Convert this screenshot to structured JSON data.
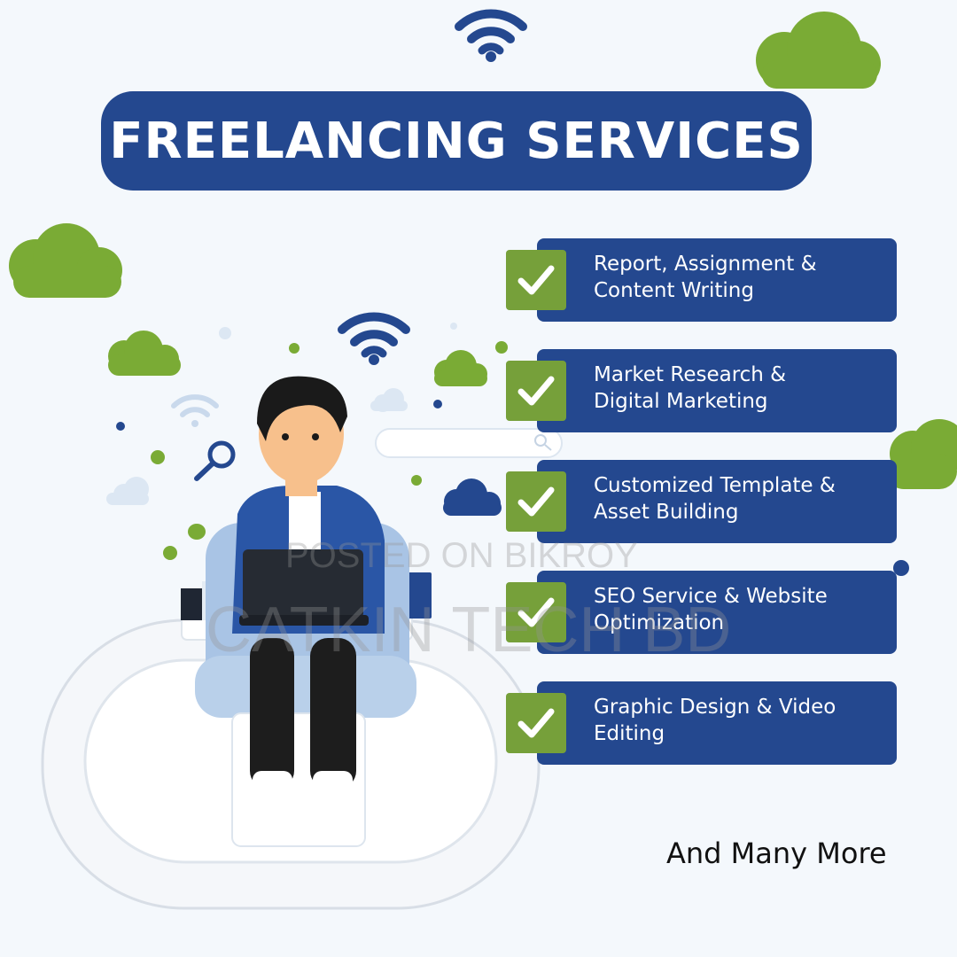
{
  "title": "FREELANCING SERVICES",
  "services": [
    {
      "lines": [
        "Report, Assignment &",
        "Content Writing"
      ]
    },
    {
      "lines": [
        "Market Research &",
        "Digital Marketing"
      ]
    },
    {
      "lines": [
        "Customized Template &",
        "Asset Building"
      ]
    },
    {
      "lines": [
        "SEO Service & Website",
        "Optimization"
      ]
    },
    {
      "lines": [
        "Graphic Design & Video",
        "Editing"
      ]
    }
  ],
  "footer": "And Many More",
  "watermark": {
    "line1": "POSTED ON BIKROY",
    "line2": "CATKIN TECH BD"
  },
  "icons": {
    "check": "check-icon",
    "wifi": "wifi-icon",
    "search": "magnifier-icon",
    "cloud": "cloud-icon"
  },
  "colors": {
    "primary": "#24488f",
    "accent_green": "#76a03a",
    "background": "#f4f8fc"
  }
}
